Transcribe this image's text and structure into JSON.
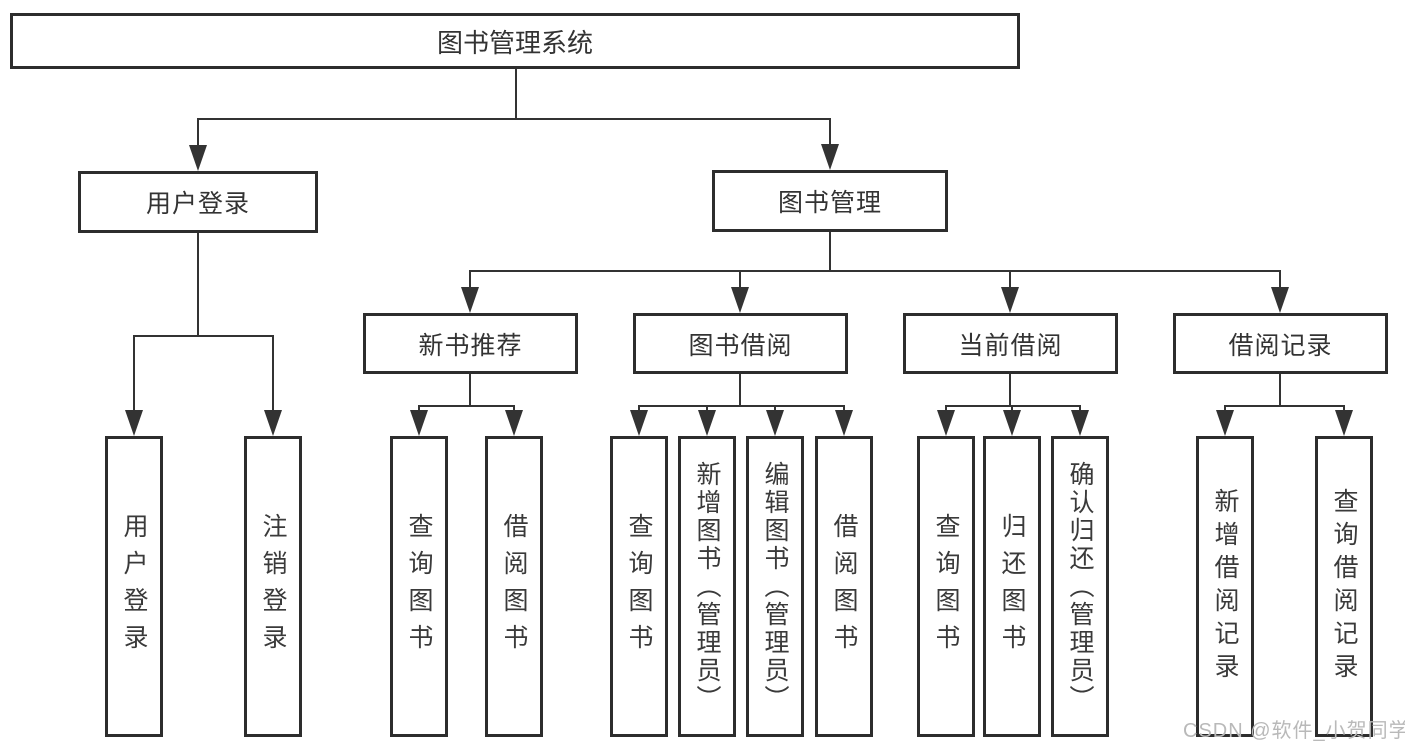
{
  "diagram": {
    "root": {
      "label": "图书管理系统"
    },
    "level2": [
      {
        "id": "user-login",
        "label": "用户登录"
      },
      {
        "id": "book-management",
        "label": "图书管理"
      }
    ],
    "level3": [
      {
        "id": "new-book-recommend",
        "label": "新书推荐"
      },
      {
        "id": "book-borrow",
        "label": "图书借阅"
      },
      {
        "id": "current-borrow",
        "label": "当前借阅"
      },
      {
        "id": "borrow-records",
        "label": "借阅记录"
      }
    ],
    "leaves": [
      {
        "id": "user-login",
        "parent": "user-login",
        "label": "用户登录"
      },
      {
        "id": "logout",
        "parent": "user-login",
        "label": "注销登录"
      },
      {
        "id": "query-books-1",
        "parent": "new-book-recommend",
        "label": "查询图书"
      },
      {
        "id": "borrow-books-1",
        "parent": "new-book-recommend",
        "label": "借阅图书"
      },
      {
        "id": "query-books-2",
        "parent": "book-borrow",
        "label": "查询图书"
      },
      {
        "id": "add-book-admin",
        "parent": "book-borrow",
        "label": "新增图书（管理员）"
      },
      {
        "id": "edit-book-admin",
        "parent": "book-borrow",
        "label": "编辑图书（管理员）"
      },
      {
        "id": "borrow-books-2",
        "parent": "book-borrow",
        "label": "借阅图书"
      },
      {
        "id": "query-books-3",
        "parent": "current-borrow",
        "label": "查询图书"
      },
      {
        "id": "return-book",
        "parent": "current-borrow",
        "label": "归还图书"
      },
      {
        "id": "confirm-return-admin",
        "parent": "current-borrow",
        "label": "确认归还（管理员）"
      },
      {
        "id": "add-borrow-record",
        "parent": "borrow-records",
        "label": "新增借阅记录"
      },
      {
        "id": "query-borrow-record",
        "parent": "borrow-records",
        "label": "查询借阅记录"
      }
    ],
    "watermark": "CSDN @软件_小贺同学",
    "colors": {
      "line": "#333333",
      "border": "#2d2d2d",
      "text": "#333333",
      "leaf_text": "#3a3a3a",
      "watermark": "#b9b9b9",
      "background": "#ffffff"
    }
  }
}
